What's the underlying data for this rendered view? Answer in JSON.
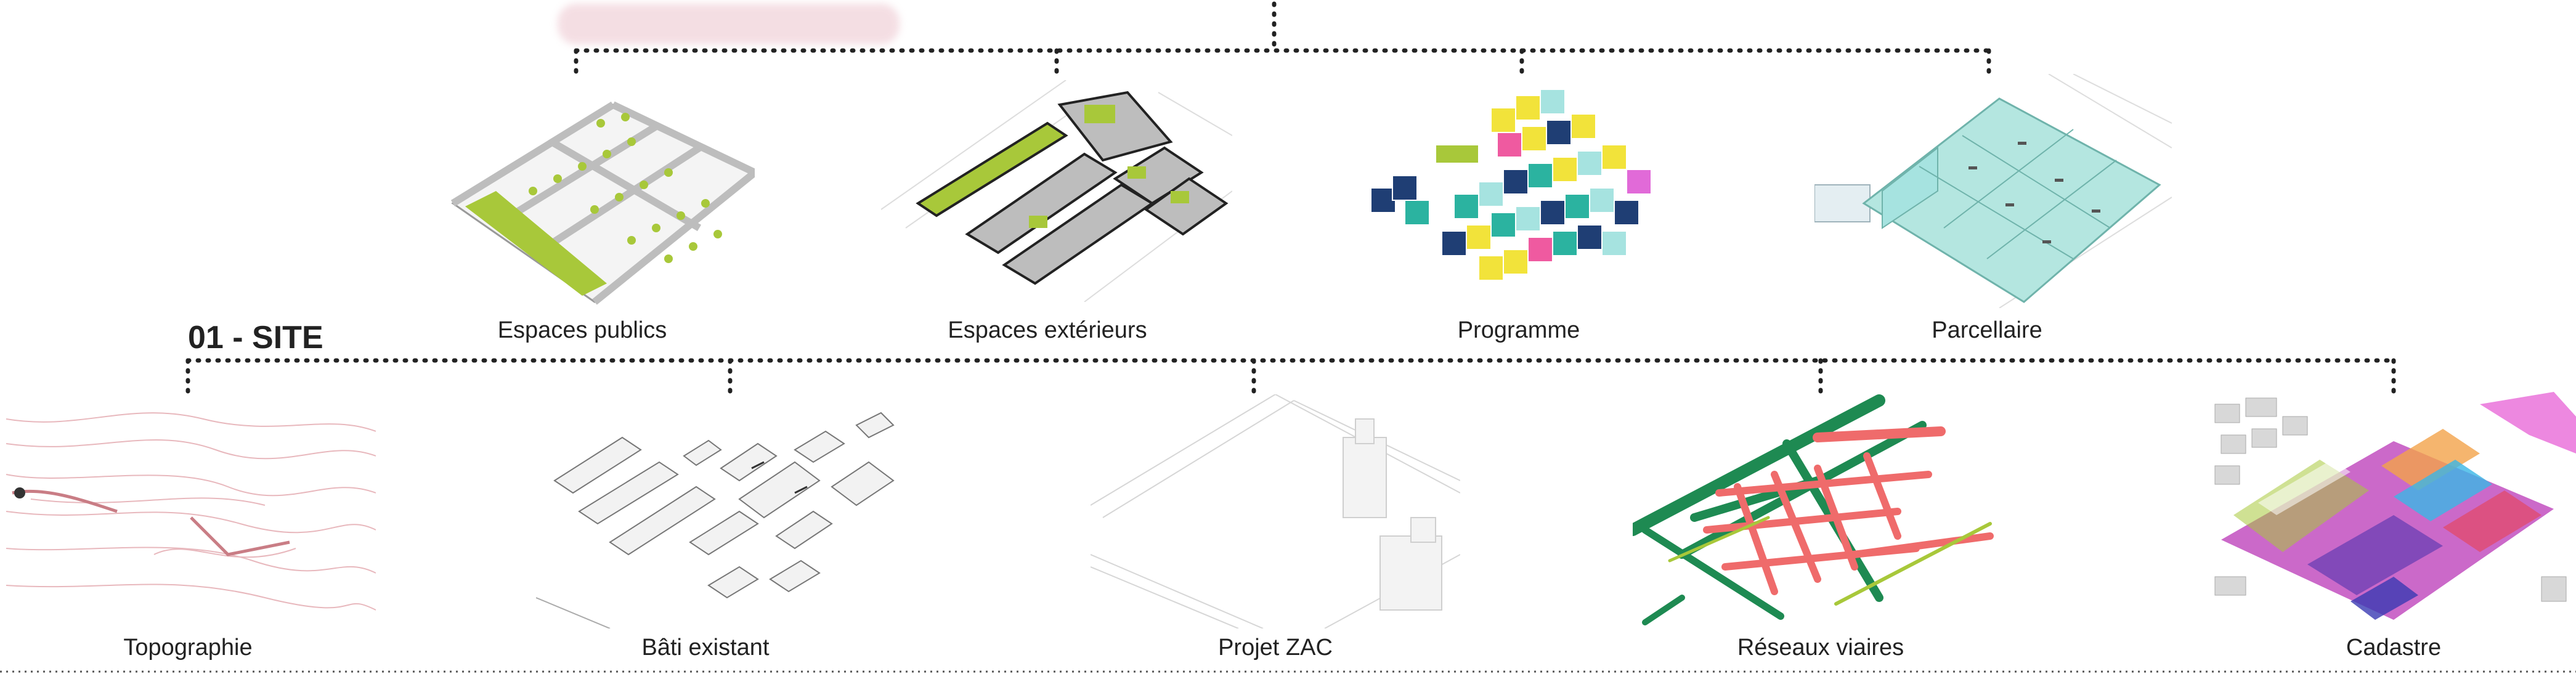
{
  "header": {
    "blurred_title": ""
  },
  "site": {
    "title": "01 - SITE"
  },
  "top_row": [
    {
      "label": "Espaces publics"
    },
    {
      "label": "Espaces extérieurs"
    },
    {
      "label": "Programme"
    },
    {
      "label": "Parcellaire"
    }
  ],
  "bottom_row": [
    {
      "label": "Topographie"
    },
    {
      "label": "Bâti existant"
    },
    {
      "label": "Projet ZAC"
    },
    {
      "label": "Réseaux viaires"
    },
    {
      "label": "Cadastre"
    }
  ],
  "colors": {
    "dots": "#222222",
    "green": "#a8c83a",
    "grey": "#bdbdbd",
    "navy": "#1f3e74",
    "teal": "#2bb3a0",
    "yellow": "#f2e33a",
    "pink": "#ef5aa0",
    "cyan": "#a6e3e0",
    "road_green": "#1e8a52",
    "road_red": "#ef6b6b",
    "magenta": "#e16ad8",
    "purple": "#6a3fb3"
  }
}
